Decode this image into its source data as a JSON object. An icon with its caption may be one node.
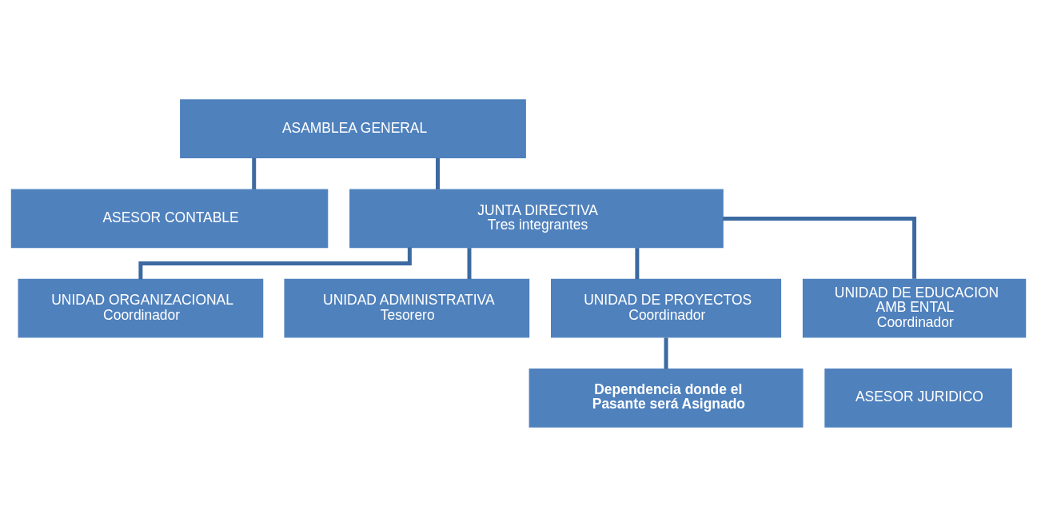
{
  "diagram": {
    "nodes": [
      {
        "text": [
          "ASAMBLEA GENERAL"
        ]
      },
      {
        "text": [
          "ASESOR CONTABLE"
        ]
      },
      {
        "text": [
          "JUNTA DIRECTIVA",
          "Tres integrantes"
        ]
      },
      {
        "text": [
          "UNIDAD ORGANIZACIONAL",
          "Coordinador"
        ]
      },
      {
        "text": [
          "UNIDAD ADMINISTRATIVA",
          "Tesorero"
        ]
      },
      {
        "text": [
          "UNIDAD DE PROYECTOS",
          "Coordinador"
        ]
      },
      {
        "text": [
          "UNIDAD DE EDUCACION AMB ENTAL",
          "Coordinador"
        ]
      },
      {
        "text": [
          "ASESOR JURIDICO"
        ]
      },
      {
        "text": [
          "Dependencia donde el Pasante será Asignado"
        ]
      }
    ],
    "edges": [
      {
        "from": 0,
        "to": 1,
        "arrow": "none"
      },
      {
        "from": 0,
        "to": 2,
        "arrow": "none"
      },
      {
        "from": 2,
        "to": 3,
        "arrow": "none"
      },
      {
        "from": 2,
        "to": 4,
        "arrow": "none"
      },
      {
        "from": 2,
        "to": 5,
        "arrow": "none"
      },
      {
        "from": 2,
        "to": 6,
        "arrow": "none"
      },
      {
        "from": 5,
        "to": 8,
        "arrow": "none"
      }
    ]
  }
}
